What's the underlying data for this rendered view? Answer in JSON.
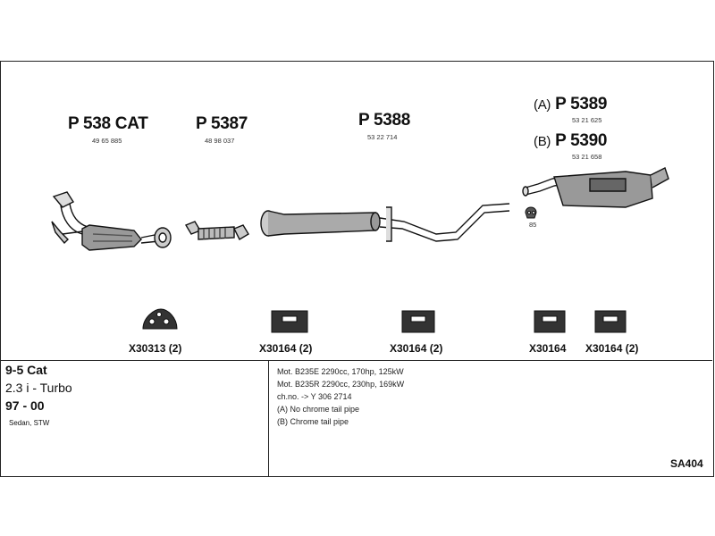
{
  "parts": {
    "p538": {
      "number": "P 538 CAT",
      "oem": "49 65 885"
    },
    "p5387": {
      "number": "P 5387",
      "oem": "48 98 037"
    },
    "p5388": {
      "number": "P 5388",
      "oem": "53 22 714"
    },
    "p5389": {
      "variant": "(A)",
      "number": "P 5389",
      "oem": "53 21 625"
    },
    "p5390": {
      "variant": "(B)",
      "number": "P 5390",
      "oem": "53 21 658"
    },
    "hanger_small": {
      "label": "85"
    }
  },
  "mounts": [
    {
      "code": "X30313 (2)"
    },
    {
      "code": "X30164 (2)"
    },
    {
      "code": "X30164 (2)"
    },
    {
      "code": "X30164"
    },
    {
      "code": "X30164 (2)"
    }
  ],
  "vehicle": {
    "model": "9-5 Cat",
    "engine": "2.3 i - Turbo",
    "years": "97 - 00",
    "body": "Sedan, STW"
  },
  "specs": [
    "Mot. B235E 2290cc, 170hp, 125kW",
    "Mot. B235R 2290cc, 230hp, 169kW",
    "ch.no. -> Y 306 2714",
    "(A) No chrome tail pipe",
    "(B) Chrome tail pipe"
  ],
  "diagram_code": "SA404"
}
